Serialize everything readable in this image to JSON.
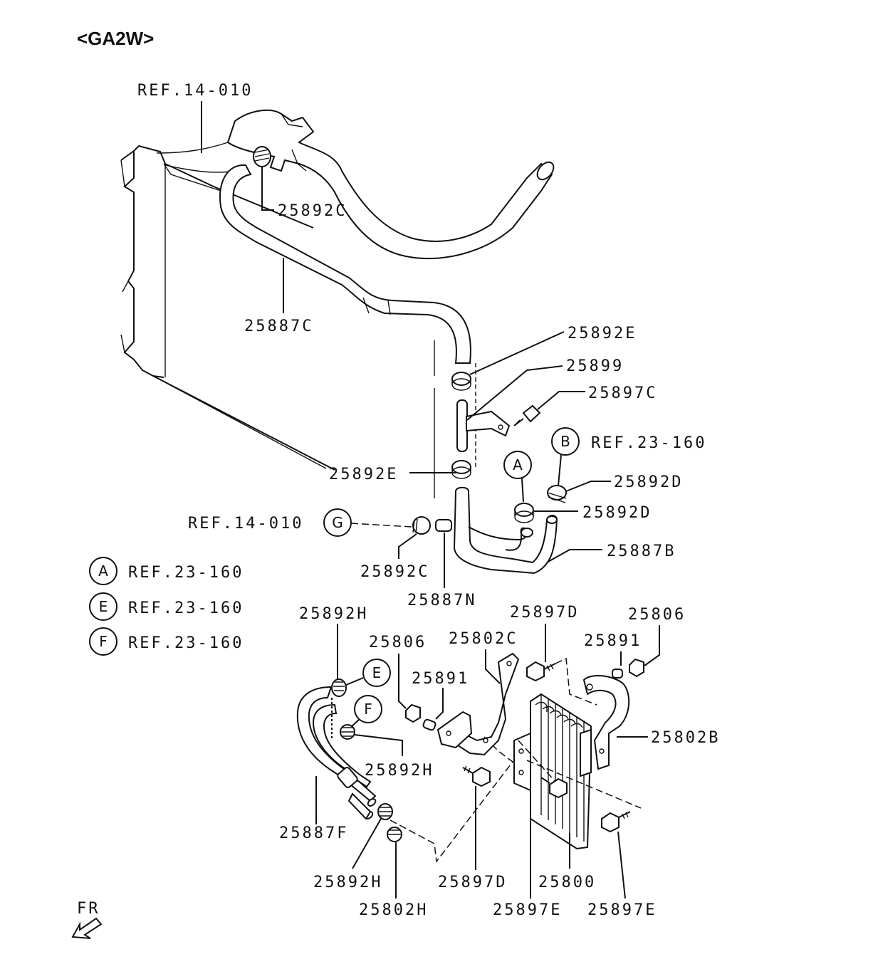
{
  "title": "<GA2W>",
  "labels": {
    "ref_14_010_top": "REF.14-010",
    "p25892c_top": "25892C",
    "p25887c": "25887C",
    "p25892e_top": "25892E",
    "p25899": "25899",
    "p25897c": "25897C",
    "ref_23_160_b": "REF.23-160",
    "p25892e_mid": "25892E",
    "p25892d_right": "25892D",
    "p25892d_mid": "25892D",
    "ref_14_010_g": "REF.14-010",
    "p25887b": "25887B",
    "p25892c_bottom": "25892C",
    "p25887n": "25887N",
    "p25892h_top": "25892H",
    "p25806_left": "25806",
    "p25802c": "25802C",
    "p25897d_top": "25897D",
    "p25806_right": "25806",
    "p25891_left": "25891",
    "p25891_right": "25891",
    "p25802b": "25802B",
    "p25892h_mid": "25892H",
    "p25887f": "25887F",
    "p25892h_bottom": "25892H",
    "p25897d_bottom": "25897D",
    "p25800": "25800",
    "p25802h": "25802H",
    "p25897e_left": "25897E",
    "p25897e_right": "25897E",
    "fr": "FR"
  },
  "circles": {
    "a": "A",
    "b": "B",
    "e": "E",
    "f": "F",
    "g": "G"
  },
  "legend": [
    {
      "letter": "A",
      "ref": "REF.23-160"
    },
    {
      "letter": "E",
      "ref": "REF.23-160"
    },
    {
      "letter": "F",
      "ref": "REF.23-160"
    }
  ]
}
